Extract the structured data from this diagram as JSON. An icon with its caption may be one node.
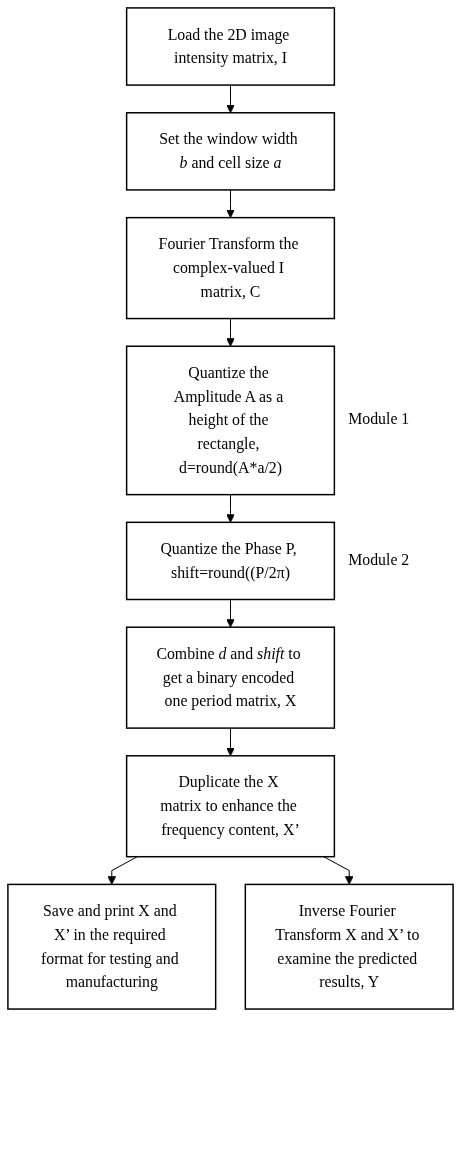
{
  "diagram": {
    "nodes": [
      {
        "text": [
          "Load the 2D image intensity matrix, I"
        ]
      },
      {
        "text": [
          "Set the window width *b* and cell size *a*"
        ]
      },
      {
        "text": [
          "Fourier Transform the complex-valued I matrix, C"
        ]
      },
      {
        "text": [
          "Quantize the Amplitude A as a height of the rectangle, d=round(A*a/2)"
        ],
        "beside": [
          "Module 1"
        ]
      },
      {
        "text": [
          "Quantize the Phase P, shift=round((P/2π)"
        ],
        "beside": [
          "Module 2"
        ]
      },
      {
        "text": [
          "Combine *d* and *shift* to get a binary encoded one period matrix, X"
        ]
      },
      {
        "text": [
          "Duplicate the X matrix to enhance the frequency content, X’"
        ]
      },
      {
        "text": [
          "Save and print X and X’ in the required format for testing and manufacturing"
        ]
      },
      {
        "text": [
          "Inverse Fourier Transform X and X’ to examine the predicted results, Y"
        ]
      }
    ],
    "edges": [
      {
        "from": 0,
        "to": 1,
        "arrow": "to"
      },
      {
        "from": 1,
        "to": 2,
        "arrow": "to"
      },
      {
        "from": 2,
        "to": 3,
        "arrow": "to"
      },
      {
        "from": 3,
        "to": 4,
        "arrow": "to"
      },
      {
        "from": 4,
        "to": 5,
        "arrow": "to"
      },
      {
        "from": 5,
        "to": 6,
        "arrow": "to"
      },
      {
        "from": 6,
        "to": 7,
        "arrow": "to"
      },
      {
        "from": 6,
        "to": 8,
        "arrow": "to"
      }
    ]
  }
}
